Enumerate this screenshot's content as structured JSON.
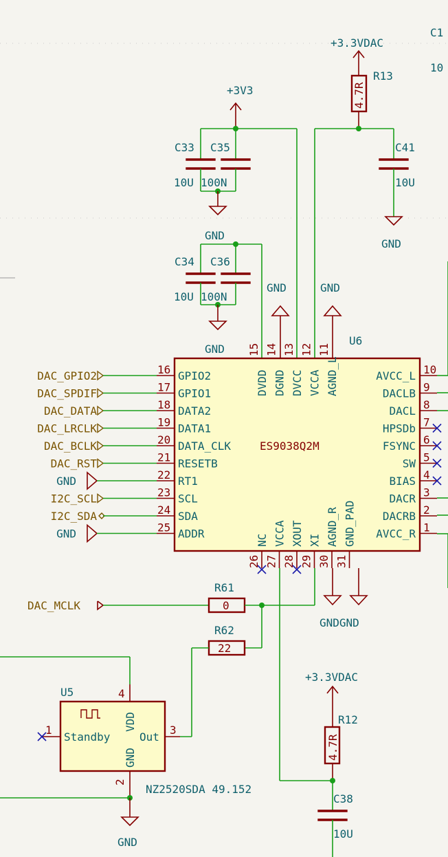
{
  "power": {
    "v33": "+3V3",
    "v33dac": "+3.3VDAC",
    "gnd": "GND"
  },
  "caps": {
    "c33": {
      "ref": "C33",
      "val": "10U"
    },
    "c35": {
      "ref": "C35",
      "val": "100N"
    },
    "c34": {
      "ref": "C34",
      "val": "10U"
    },
    "c36": {
      "ref": "C36",
      "val": "100N"
    },
    "c41": {
      "ref": "C41",
      "val": "10U"
    },
    "c38": {
      "ref": "C38",
      "val": "10U"
    },
    "c1": {
      "ref": "C1",
      "val": "10"
    }
  },
  "resistors": {
    "r13": {
      "ref": "R13",
      "val": "4.7R"
    },
    "r12": {
      "ref": "R12",
      "val": "4.7R"
    },
    "r61": {
      "ref": "R61",
      "val": "0"
    },
    "r62": {
      "ref": "R62",
      "val": "22"
    }
  },
  "u6": {
    "ref": "U6",
    "value": "ES9038Q2M",
    "left_pins": [
      {
        "num": "16",
        "name": "GPIO2",
        "net": "DAC_GPIO2"
      },
      {
        "num": "17",
        "name": "GPIO1",
        "net": "DAC_SPDIF"
      },
      {
        "num": "18",
        "name": "DATA2",
        "net": "DAC_DATA"
      },
      {
        "num": "19",
        "name": "DATA1",
        "net": "DAC_LRCLK"
      },
      {
        "num": "20",
        "name": "DATA_CLK",
        "net": "DAC_BCLK"
      },
      {
        "num": "21",
        "name": "RESETB",
        "net": "DAC_RST"
      },
      {
        "num": "22",
        "name": "RT1",
        "net": "GND"
      },
      {
        "num": "23",
        "name": "SCL",
        "net": "I2C_SCL"
      },
      {
        "num": "24",
        "name": "SDA",
        "net": "I2C_SDA"
      },
      {
        "num": "25",
        "name": "ADDR",
        "net": "GND"
      }
    ],
    "right_pins": [
      {
        "num": "10",
        "name": "AVCC_L"
      },
      {
        "num": "9",
        "name": "DACLB"
      },
      {
        "num": "8",
        "name": "DACL"
      },
      {
        "num": "7",
        "name": "HPSDb"
      },
      {
        "num": "6",
        "name": "FSYNC"
      },
      {
        "num": "5",
        "name": "SW"
      },
      {
        "num": "4",
        "name": "BIAS"
      },
      {
        "num": "3",
        "name": "DACR"
      },
      {
        "num": "2",
        "name": "DACRB"
      },
      {
        "num": "1",
        "name": "AVCC_R"
      }
    ],
    "top_pins": [
      {
        "num": "15",
        "name": "DVDD"
      },
      {
        "num": "14",
        "name": "DGND"
      },
      {
        "num": "13",
        "name": "DVCC"
      },
      {
        "num": "12",
        "name": "VCCA"
      },
      {
        "num": "11",
        "name": "AGND_L"
      }
    ],
    "bottom_pins": [
      {
        "num": "26",
        "name": "NC"
      },
      {
        "num": "27",
        "name": "VCCA"
      },
      {
        "num": "28",
        "name": "XOUT"
      },
      {
        "num": "29",
        "name": "XI"
      },
      {
        "num": "30",
        "name": "AGND_R"
      },
      {
        "num": "31",
        "name": "GND_PAD"
      }
    ]
  },
  "u5": {
    "ref": "U5",
    "value": "NZ2520SDA 49.152",
    "pins": [
      {
        "num": "1",
        "name": "Standby"
      },
      {
        "num": "4",
        "name": "VDD"
      },
      {
        "num": "3",
        "name": "Out"
      },
      {
        "num": "2",
        "name": "GND"
      }
    ]
  },
  "mclk": "DAC_MCLK",
  "gndgnd": "GNDGND"
}
